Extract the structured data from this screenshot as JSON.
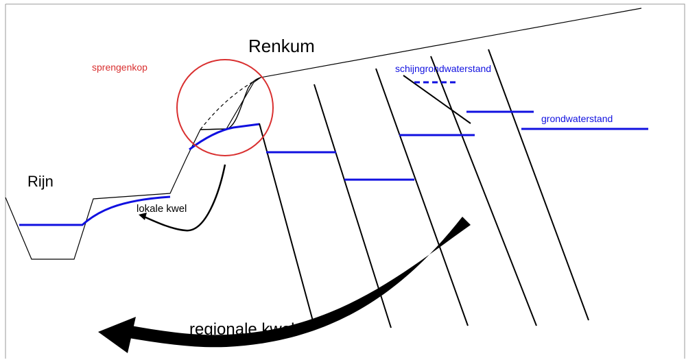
{
  "labels": {
    "renkum": "Renkum",
    "sprengenkop": "sprengenkop",
    "rijn": "Rijn",
    "schijngrondwaterstand": "schijngrondwaterstand",
    "grondwaterstand": "grondwaterstand",
    "lokale_kwel": "lokale kwel",
    "regionale_kwel": "regionale kwel"
  },
  "colors": {
    "outline": "#000000",
    "groundwater": "#1010e0",
    "highlight": "#d93030"
  }
}
